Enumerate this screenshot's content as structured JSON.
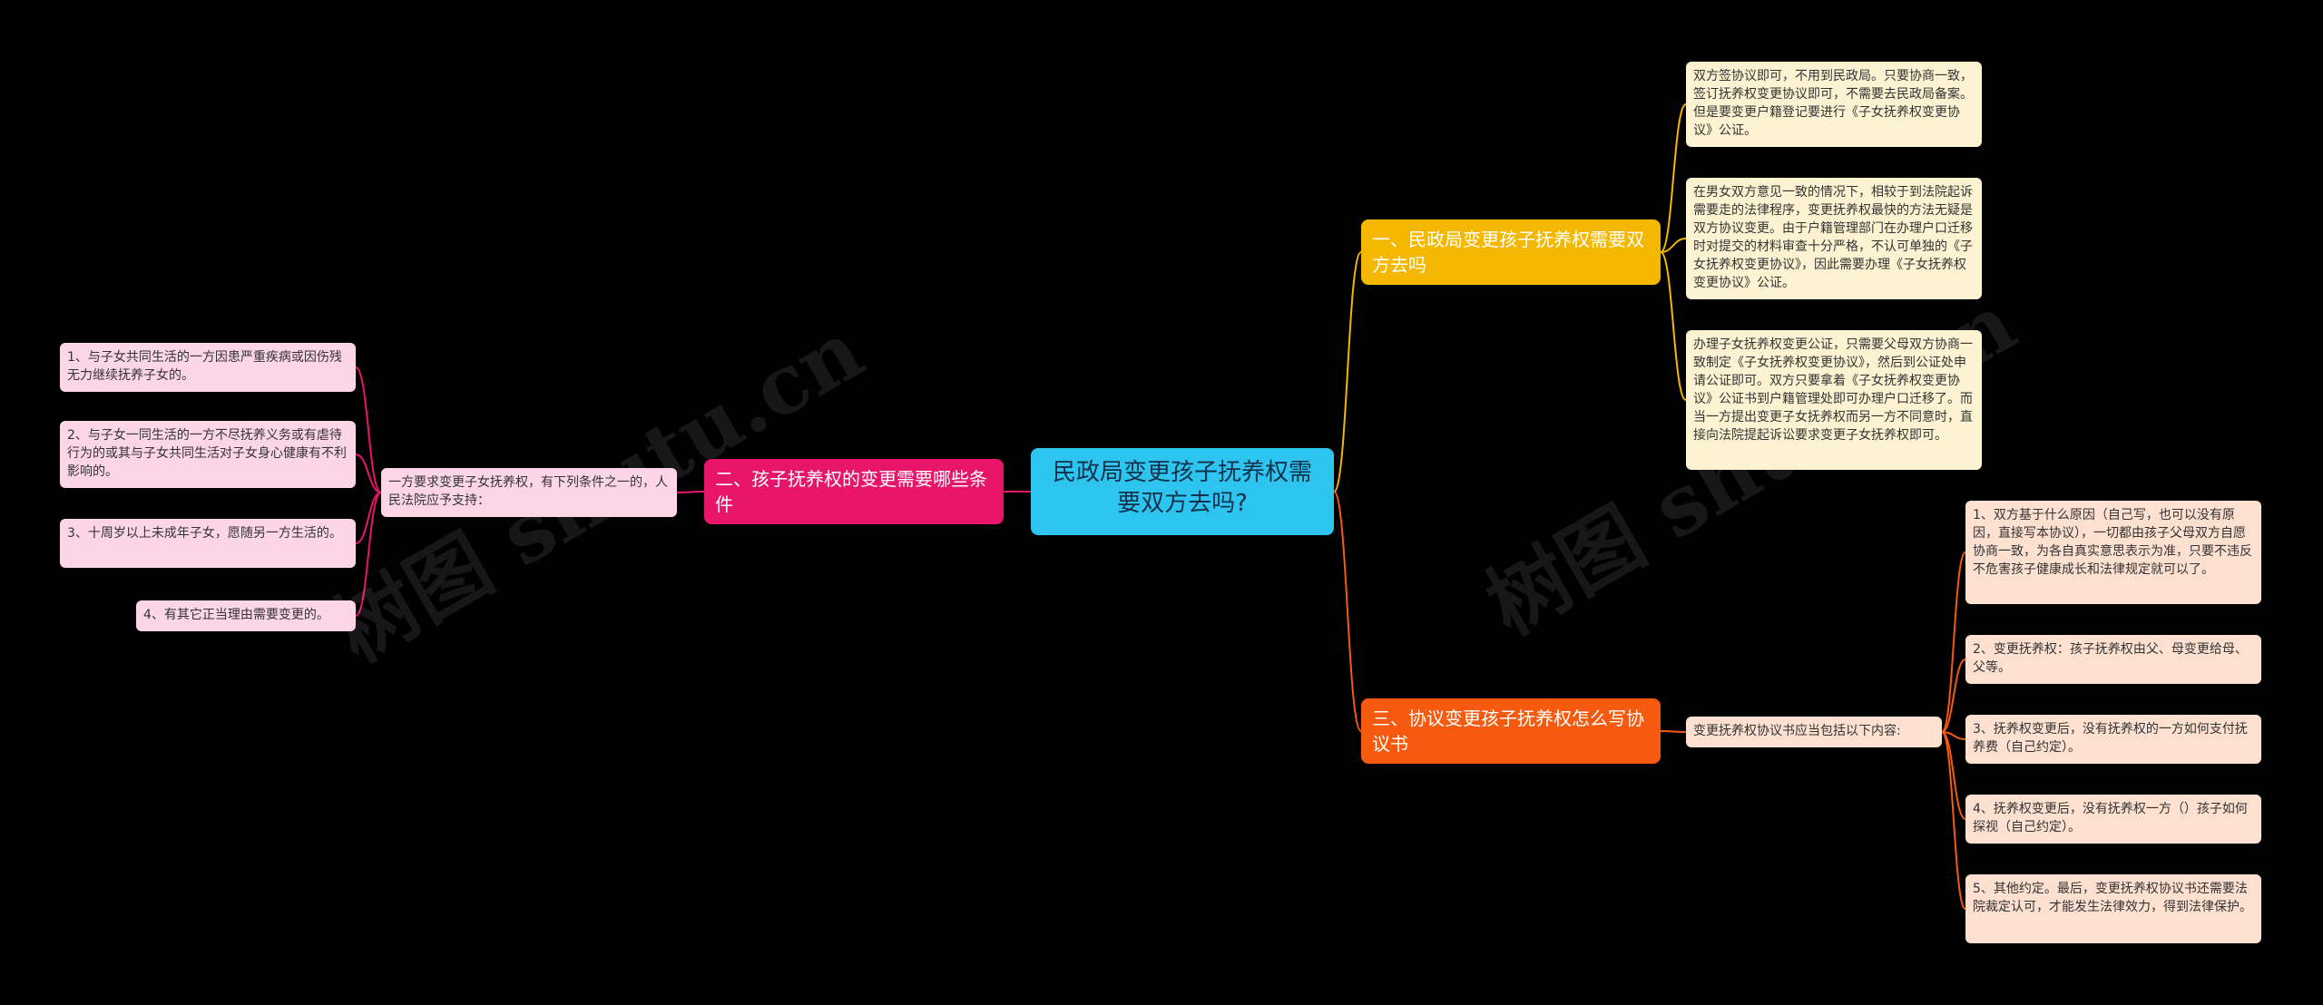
{
  "root": {
    "text": "民政局变更孩子抚养权需要双方去吗?"
  },
  "branch1": {
    "title": "一、民政局变更孩子抚养权需要双方去吗",
    "items": [
      "双方签协议即可，不用到民政局。只要协商一致，签订抚养权变更协议即可，不需要去民政局备案。但是要变更户籍登记要进行《子女抚养权变更协议》公证。",
      "在男女双方意见一致的情况下，相较于到法院起诉需要走的法律程序，变更抚养权最快的方法无疑是双方协议变更。由于户籍管理部门在办理户口迁移时对提交的材料审查十分严格，不认可单独的《子女抚养权变更协议》，因此需要办理《子女抚养权变更协议》公证。",
      "办理子女抚养权变更公证，只需要父母双方协商一致制定《子女抚养权变更协议》，然后到公证处申请公证即可。双方只要拿着《子女抚养权变更协议》公证书到户籍管理处即可办理户口迁移了。而当一方提出变更子女抚养权而另一方不同意时，直接向法院提起诉讼要求变更子女抚养权即可。"
    ]
  },
  "branch2": {
    "title": "二、孩子抚养权的变更需要哪些条件",
    "mid": "一方要求变更子女抚养权，有下列条件之一的，人民法院应予支持：",
    "items": [
      "1、与子女共同生活的一方因患严重疾病或因伤残无力继续抚养子女的。",
      "2、与子女一同生活的一方不尽抚养义务或有虐待行为的或其与子女共同生活对子女身心健康有不利影响的。",
      "3、十周岁以上未成年子女，愿随另一方生活的。",
      "4、有其它正当理由需要变更的。"
    ]
  },
  "branch3": {
    "title": "三、协议变更孩子抚养权怎么写协议书",
    "mid": "变更抚养权协议书应当包括以下内容:",
    "items": [
      "1、双方基于什么原因（自己写，也可以没有原因，直接写本协议），一切都由孩子父母双方自愿协商一致，为各自真实意思表示为准，只要不违反不危害孩子健康成长和法律规定就可以了。",
      "2、变更抚养权：孩子抚养权由父、母变更给母、父等。",
      "3、抚养权变更后，没有抚养权的一方如何支付抚养费（自己约定）。",
      "4、抚养权变更后，没有抚养权一方（）孩子如何探视（自己约定）。",
      "5、其他约定。最后，变更抚养权协议书还需要法院裁定认可，才能发生法律效力，得到法律保护。"
    ]
  },
  "colors": {
    "root": "#2ec4f0",
    "branch1": "#f5b800",
    "branch2": "#e8156b",
    "branch3": "#f55a0e"
  }
}
